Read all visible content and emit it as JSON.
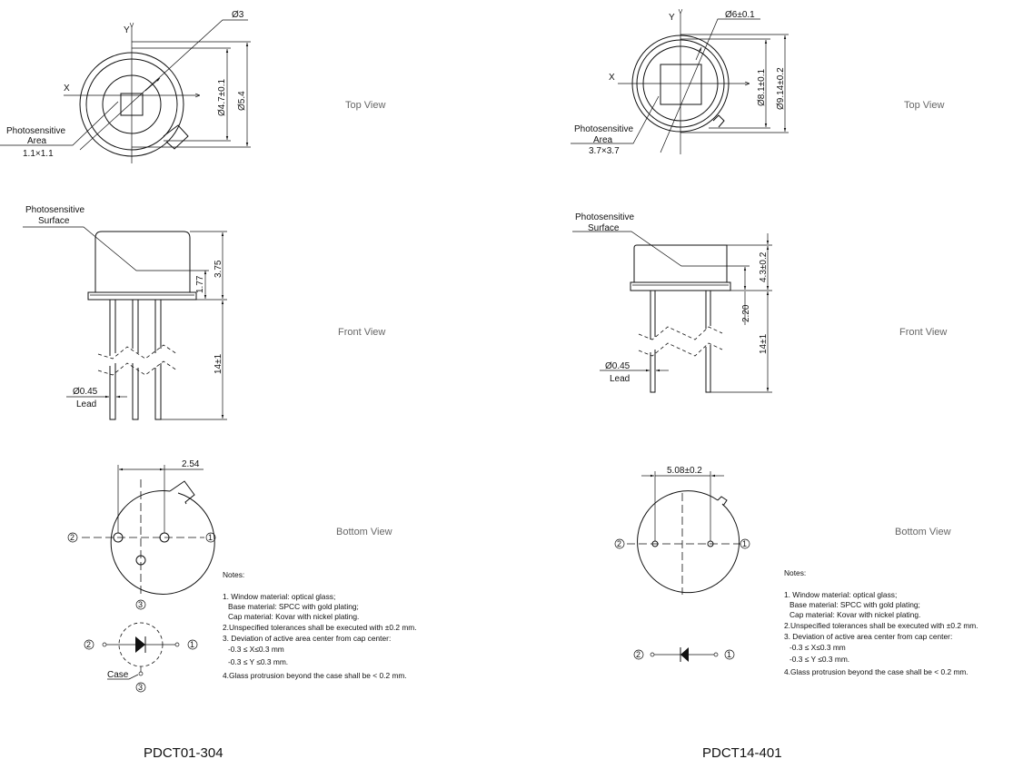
{
  "left": {
    "title": "PDCT01-304",
    "top_view": {
      "label": "Top View",
      "axis_x": "X",
      "axis_y": "Y",
      "dia_window": "Ø3",
      "dia_inner": "Ø4.7±0.1",
      "dia_outer": "Ø5.4",
      "area_label_1": "Photosensitive",
      "area_label_2": "Area",
      "area_size": "1.1×1.1"
    },
    "front_view": {
      "label": "Front View",
      "surface_label_1": "Photosensitive",
      "surface_label_2": "Surface",
      "height": "3.75",
      "surface_height": "1.77",
      "lead_length": "14±1",
      "lead_dia": "Ø0.45",
      "lead_label": "Lead"
    },
    "bottom_view": {
      "label": "Bottom View",
      "pitch": "2.54",
      "pin1": "1",
      "pin2": "2",
      "pin3": "3",
      "case_label": "Case"
    },
    "notes": {
      "heading": "Notes:",
      "lines": [
        "1. Window material: optical glass;",
        "Base material: SPCC with gold plating;",
        "Cap material: Kovar with nickel plating.",
        "2.Unspecified tolerances shall be executed with ±0.2 mm.",
        "3. Deviation of active area center from cap center:",
        "-0.3 ≤ X≤0.3 mm",
        "-0.3 ≤ Y ≤0.3 mm.",
        "4.Glass protrusion beyond the case shall be < 0.2 mm."
      ]
    }
  },
  "right": {
    "title": "PDCT14-401",
    "top_view": {
      "label": "Top View",
      "axis_x": "X",
      "axis_y": "Y",
      "dia_window": "Ø6±0.1",
      "dia_inner": "Ø8.1±0.1",
      "dia_outer": "Ø9.14±0.2",
      "area_label_1": "Photosensitive",
      "area_label_2": "Area",
      "area_size": "3.7×3.7"
    },
    "front_view": {
      "label": "Front View",
      "surface_label_1": "Photosensitive",
      "surface_label_2": "Surface",
      "height": "4.3±0.2",
      "surface_height": "2.20",
      "lead_length": "14±1",
      "lead_dia": "Ø0.45",
      "lead_label": "Lead"
    },
    "bottom_view": {
      "label": "Bottom View",
      "pitch": "5.08±0.2",
      "pin1": "1",
      "pin2": "2"
    },
    "notes": {
      "heading": "Notes:",
      "lines": [
        "1. Window material: optical glass;",
        "Base material: SPCC with gold plating;",
        "Cap material: Kovar with nickel plating.",
        "2.Unspecified tolerances shall be executed with ±0.2 mm.",
        "3. Deviation of active area center from cap center:",
        "-0.3 ≤ X≤0.3 mm",
        "-0.3 ≤ Y ≤0.3 mm.",
        "4.Glass protrusion beyond the case shall be < 0.2 mm."
      ]
    }
  }
}
